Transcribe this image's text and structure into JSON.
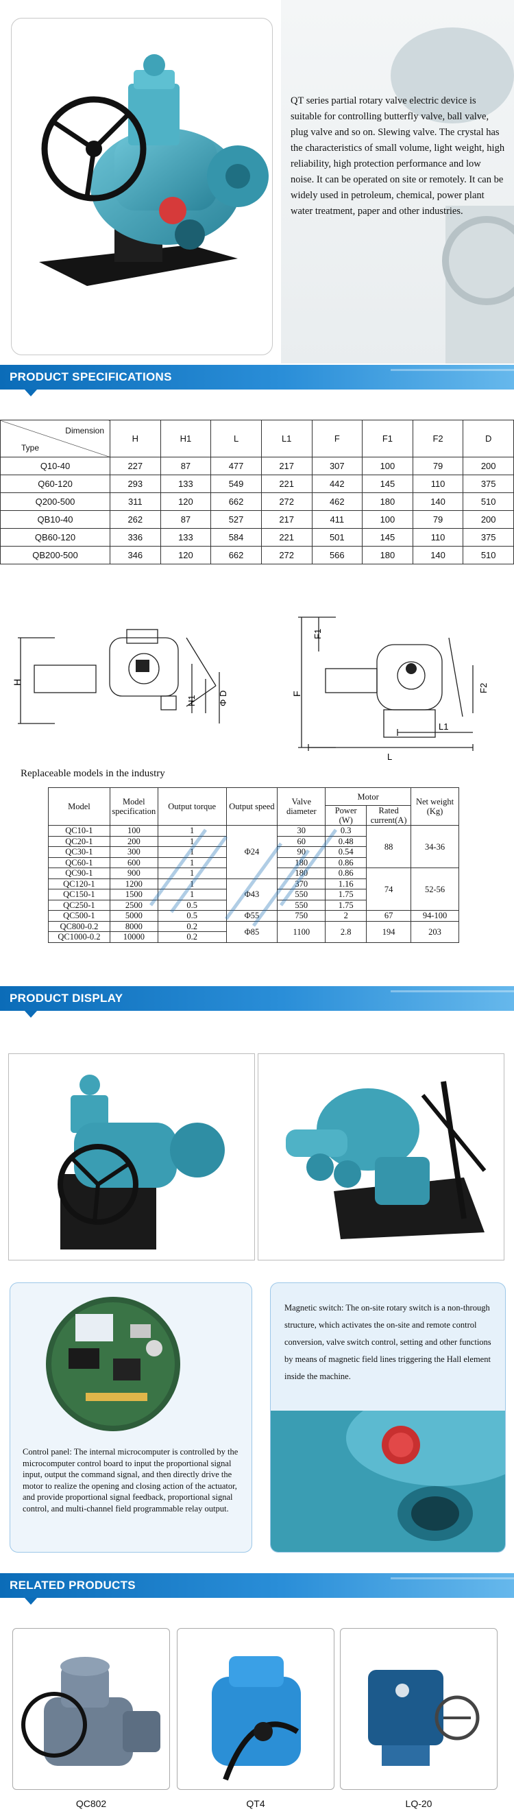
{
  "intro": {
    "description": "QT series partial rotary valve electric device is suitable for controlling butterfly valve, ball valve, plug valve and so on. Slewing valve. The crystal has the characteristics of small volume, light weight, high reliability, high protection performance and low noise. It can be operated on site or remotely. It can be widely used in petroleum, chemical, power plant water treatment, paper and other industries."
  },
  "sections": {
    "specifications": "PRODUCT SPECIFICATIONS",
    "display": "PRODUCT DISPLAY",
    "related": "RELATED PRODUCTS"
  },
  "spec_table": {
    "corner_top": "Dimension",
    "corner_bottom": "Type",
    "columns": [
      "H",
      "H1",
      "L",
      "L1",
      "F",
      "F1",
      "F2",
      "D"
    ],
    "rows": [
      [
        "Q10-40",
        "227",
        "87",
        "477",
        "217",
        "307",
        "100",
        "79",
        "200"
      ],
      [
        "Q60-120",
        "293",
        "133",
        "549",
        "221",
        "442",
        "145",
        "110",
        "375"
      ],
      [
        "Q200-500",
        "311",
        "120",
        "662",
        "272",
        "462",
        "180",
        "140",
        "510"
      ],
      [
        "QB10-40",
        "262",
        "87",
        "527",
        "217",
        "411",
        "100",
        "79",
        "200"
      ],
      [
        "QB60-120",
        "336",
        "133",
        "584",
        "221",
        "501",
        "145",
        "110",
        "375"
      ],
      [
        "QB200-500",
        "346",
        "120",
        "662",
        "272",
        "566",
        "180",
        "140",
        "510"
      ]
    ]
  },
  "drawing_labels": {
    "left": {
      "h": "H",
      "h1": "H1",
      "d": "Φ D"
    },
    "right": {
      "f": "F",
      "f1": "F1",
      "f2": "F2",
      "l": "L",
      "l1": "L1"
    }
  },
  "models": {
    "caption": "Replaceable models in the industry",
    "headers": {
      "model": "Model",
      "spec": "Model specification",
      "torque": "Output torque",
      "speed": "Output speed",
      "valve": "Valve diameter",
      "motor": "Motor",
      "power": "Power",
      "power_unit": "(W)",
      "current": "Rated current(A)",
      "weight": "Net weight",
      "weight_unit": "(Kg)"
    },
    "rows": [
      {
        "model": "QC10-1",
        "spec": "100",
        "torque": "1",
        "valve": "30",
        "power": "0.3"
      },
      {
        "model": "QC20-1",
        "spec": "200",
        "torque": "1",
        "valve": "60",
        "power": "0.48"
      },
      {
        "model": "QC30-1",
        "spec": "300",
        "torque": "1",
        "valve": "90",
        "power": "0.54"
      },
      {
        "model": "QC60-1",
        "spec": "600",
        "torque": "1",
        "valve": "180",
        "power": "0.86"
      },
      {
        "model": "QC90-1",
        "spec": "900",
        "torque": "1",
        "valve": "180",
        "power": "0.86"
      },
      {
        "model": "QC120-1",
        "spec": "1200",
        "torque": "1",
        "valve": "370",
        "power": "1.16"
      },
      {
        "model": "QC150-1",
        "spec": "1500",
        "torque": "1",
        "valve": "550",
        "power": "1.75"
      },
      {
        "model": "QC250-1",
        "spec": "2500",
        "torque": "0.5",
        "valve": "550",
        "power": "1.75"
      },
      {
        "model": "QC500-1",
        "spec": "5000",
        "torque": "0.5",
        "valve": "750",
        "power": "2"
      },
      {
        "model": "QC800-0.2",
        "spec": "8000",
        "torque": "0.2",
        "valve": "1100",
        "power": "2.8"
      },
      {
        "model": "QC1000-0.2",
        "spec": "10000",
        "torque": "0.2",
        "valve": "",
        "power": ""
      }
    ],
    "speeds": [
      "Φ24",
      "Φ43",
      "Φ55",
      "Φ85"
    ],
    "currents": [
      "88",
      "74",
      "67",
      "194"
    ],
    "weights": [
      "34-36",
      "52-56",
      "94-100",
      "203"
    ]
  },
  "features": {
    "control_panel": "Control panel: The internal microcomputer is controlled by the microcomputer control board to input the proportional signal input, output the command signal, and then directly drive the motor to realize the opening and closing action of the actuator, and provide proportional signal feedback, proportional signal control, and multi-channel field programmable relay output.",
    "magnetic_switch": "Magnetic switch: The on-site rotary switch is a non-through structure, which activates the on-site and remote control conversion, valve switch control, setting and other functions by means of magnetic field lines triggering the Hall element inside the machine."
  },
  "related": [
    "QC802",
    "QT4",
    "LQ-20"
  ],
  "colors": {
    "banner": "#0b6cb8",
    "actuator_body": "#3fa3b8",
    "actuator_dark": "#25798c",
    "knob": "#d63a3a"
  }
}
